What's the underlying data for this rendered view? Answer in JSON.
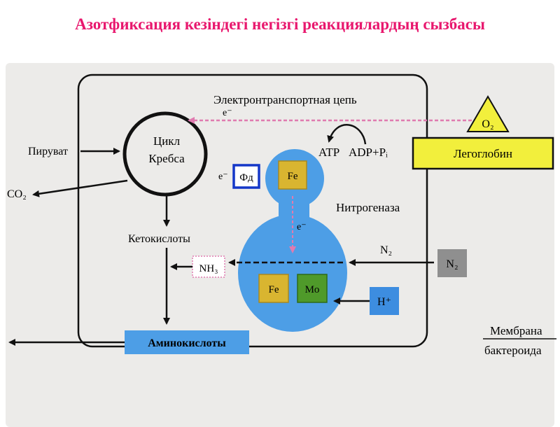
{
  "title": "Азотфиксация кезіндегі негізгі реакциялардың сызбасы",
  "labels": {
    "etc": "Электронтранспортная цепь",
    "krebs_line1": "Цикл",
    "krebs_line2": "Кребса",
    "pyruvate": "Пируват",
    "co2": "CO₂",
    "ketoacids": "Кетокислоты",
    "nh3": "NH₃",
    "amino_acids": "Аминокислоты",
    "atp": "ATP",
    "adp": "ADP+Pᵢ",
    "fd": "Фд",
    "fe_top": "Fe",
    "fe_bottom": "Fe",
    "mo": "Mo",
    "nitrogenase": "Нитрогеназа",
    "n2_box": "N₂",
    "n2_text": "N₂",
    "h_plus": "H⁺",
    "o2": "O₂",
    "leghemoglobin": "Легоглобин",
    "membrane_line1": "Мембрана",
    "membrane_line2": "бактероида",
    "e_top": "e⁻",
    "e_fd": "e⁻",
    "e_enzyme": "e⁻"
  },
  "colors": {
    "title": "#e8186e",
    "enzyme": "#4d9ee6",
    "fe_box": "#d9b530",
    "mo_box": "#4f9a2a",
    "fd_border": "#1437c8",
    "leghemoglobin": "#f2ef3c",
    "n2_box": "#8f8f8f",
    "h_box": "#3d8de0",
    "amino_box": "#4d9ee6",
    "electron_path": "#e07bb0"
  }
}
